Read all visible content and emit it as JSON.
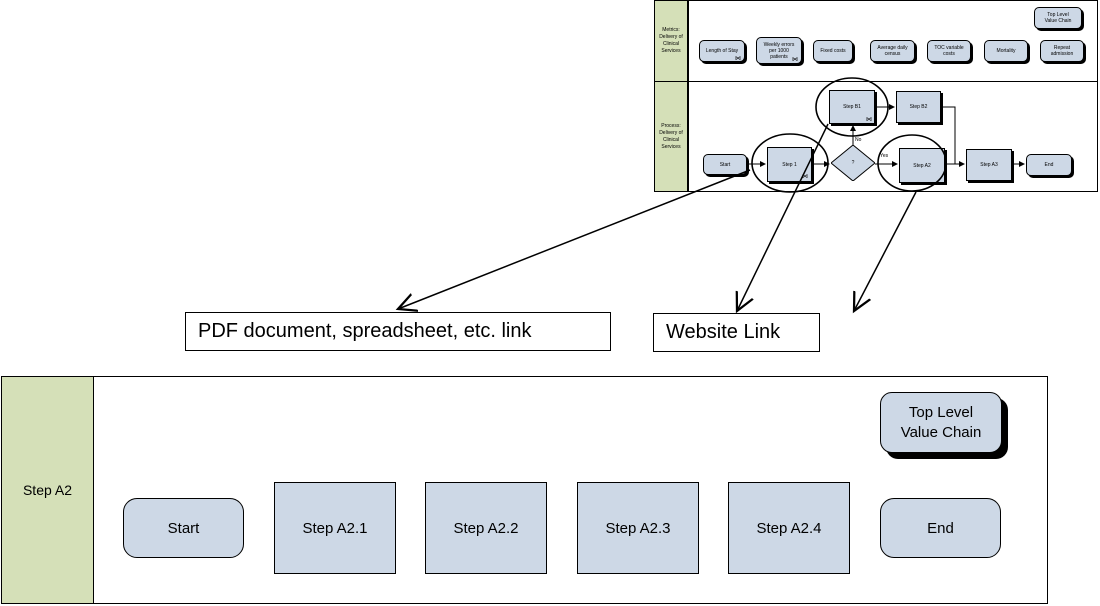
{
  "small_diagram": {
    "metrics_lane_label": "Metrics:\nDelivery of\nClinical\nServices",
    "process_lane_label": "Process:\nDelivery of\nClinical\nServices",
    "top_level_button": "Top Level\nValue Chain",
    "metrics": [
      "Length of Stay",
      "Weekly errors\nper 1000\npatients",
      "Fixed costs",
      "Average daily\ncensus",
      "TOC variable\ncosts",
      "Mortality",
      "Repeat\nadmission"
    ],
    "process": {
      "start": "Start",
      "step1": "Step 1",
      "decision": "?",
      "stepB1": "Step B1",
      "stepB2": "Step B2",
      "stepA2": "Step A2",
      "stepA3": "Step A3",
      "end": "End",
      "label_no": "No",
      "label_yes": "Yes"
    }
  },
  "links": {
    "pdf": "PDF document,  spreadsheet, etc. link",
    "website": "Website Link"
  },
  "big_diagram": {
    "lane_label": "Step A2",
    "top_level_button": "Top Level\nValue Chain",
    "steps": [
      "Start",
      "Step A2.1",
      "Step A2.2",
      "Step A2.3",
      "Step A2.4",
      "End"
    ]
  }
}
